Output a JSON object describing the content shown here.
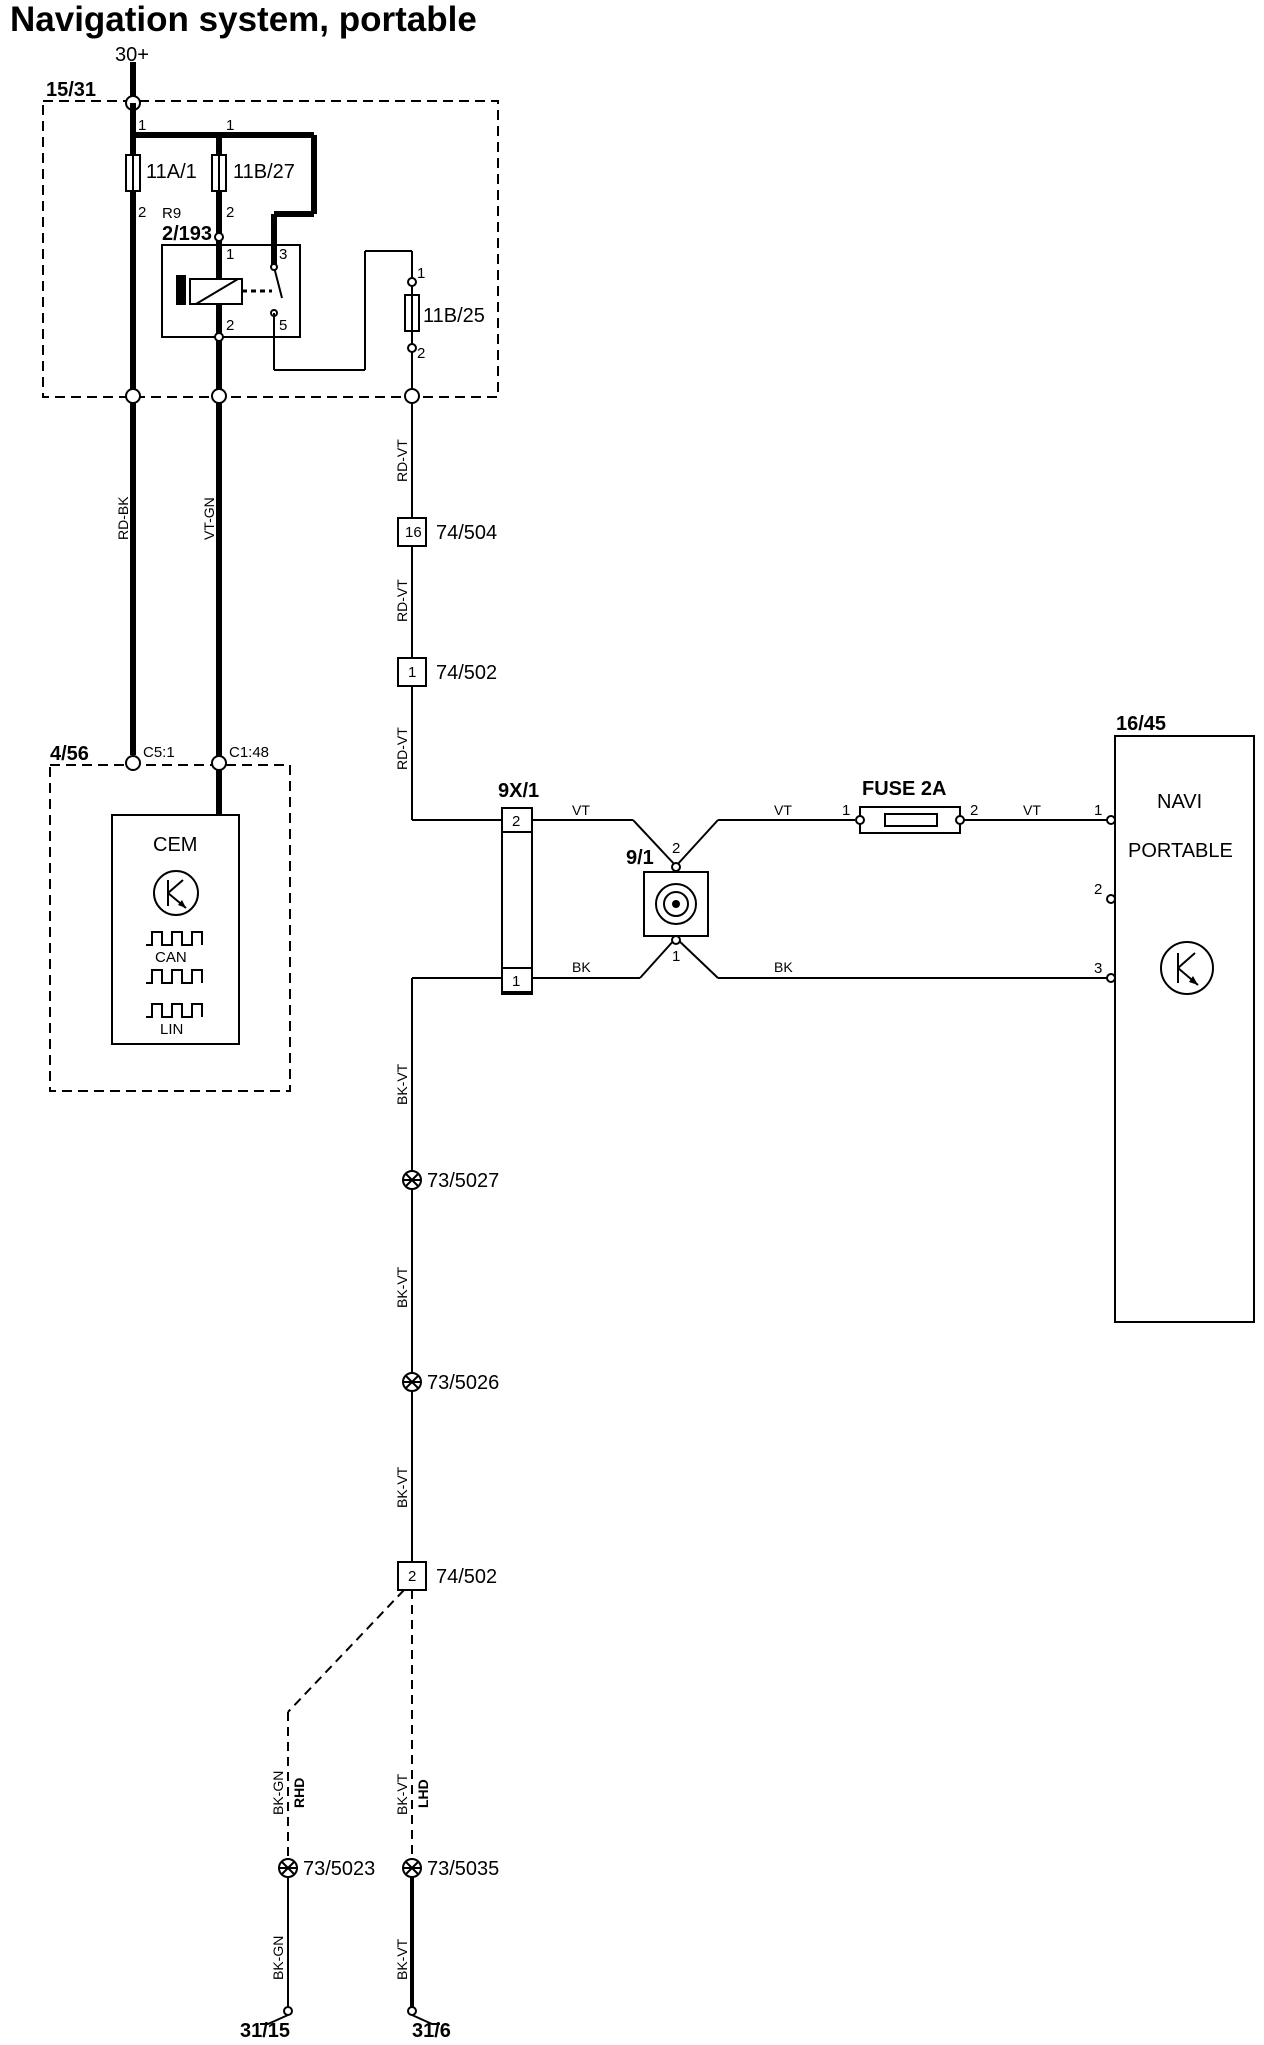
{
  "title": "Navigation system, portable",
  "supply": {
    "label": "30+"
  },
  "fuse_box": {
    "label": "15/31",
    "fuses": [
      {
        "label": "11A/1",
        "pin_top": "1",
        "pin_bottom": "2"
      },
      {
        "label": "11B/27",
        "pin_top": "1",
        "pin_bottom": "2"
      },
      {
        "label": "11B/25",
        "pin_top": "1",
        "pin_bottom": "2"
      }
    ],
    "relay": {
      "name": "R9",
      "label": "2/193",
      "pins": [
        "1",
        "3",
        "2",
        "5"
      ]
    }
  },
  "wires": {
    "rd_bk": "RD-BK",
    "vt_gn": "VT-GN",
    "rd_vt": "RD-VT",
    "vt": "VT",
    "bk": "BK",
    "bk_vt": "BK-VT",
    "bk_gn": "BK-GN"
  },
  "connectors": {
    "c1": {
      "pin": "16",
      "label": "74/504"
    },
    "c2": {
      "pin": "1",
      "label": "74/502"
    },
    "c3": {
      "pin": "2",
      "label": "74/502"
    },
    "multi": {
      "label": "9X/1",
      "pins": [
        "2",
        "1"
      ]
    },
    "antenna": {
      "label": "9/1",
      "pins": [
        "2",
        "1"
      ]
    }
  },
  "splices": [
    "73/5027",
    "73/5026",
    "73/5023",
    "73/5035"
  ],
  "cem_module": {
    "label": "4/56",
    "name": "CEM",
    "pins": [
      "C5:1",
      "C1:48"
    ],
    "bus_labels": [
      "CAN",
      "LIN"
    ]
  },
  "fuse_2a": {
    "label": "FUSE 2A",
    "pins": [
      "1",
      "2"
    ]
  },
  "navi_module": {
    "label": "16/45",
    "line1": "NAVI",
    "line2": "PORTABLE",
    "pins": [
      "1",
      "2",
      "3"
    ]
  },
  "variants": {
    "rhd": "RHD",
    "lhd": "LHD"
  },
  "grounds": [
    "31/15",
    "31/6"
  ]
}
